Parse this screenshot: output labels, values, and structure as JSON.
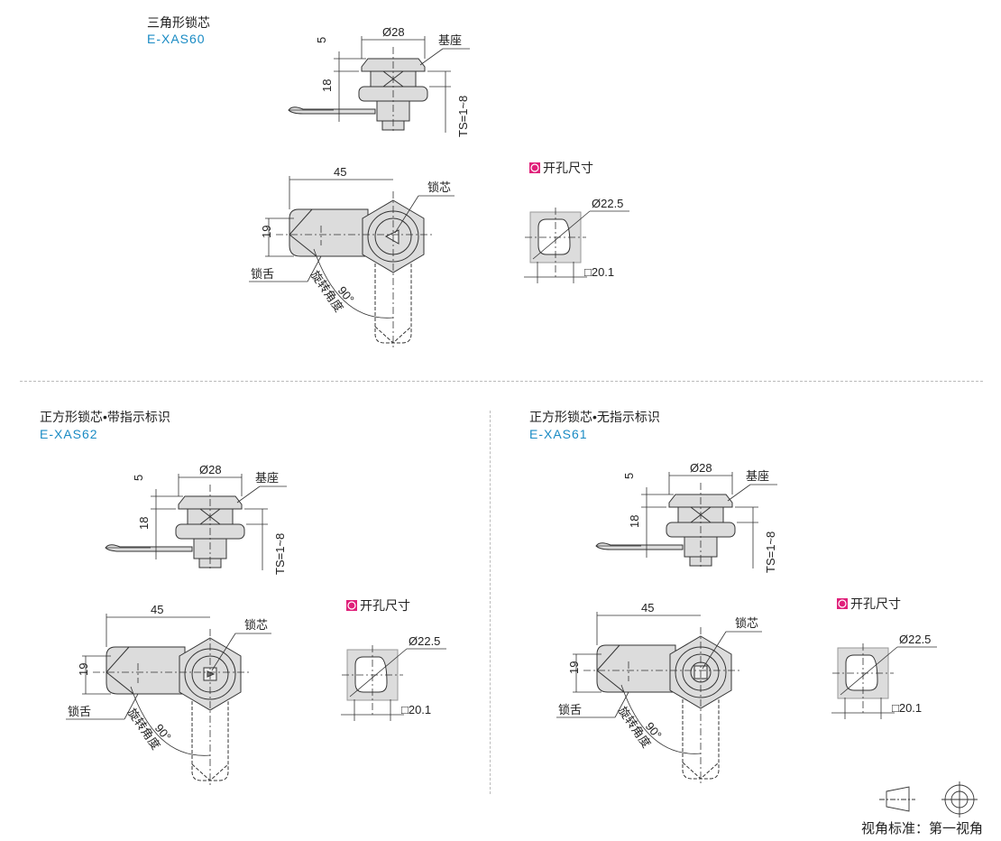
{
  "sections": [
    {
      "title": "三角形锁芯",
      "code": "E-XAS60",
      "core": "triangle",
      "dims": {
        "d5": "5",
        "d18": "18",
        "dia28": "Ø28",
        "base": "基座",
        "ts": "TS=1~8",
        "d45": "45",
        "d19": "19",
        "core_label": "锁芯",
        "tongue": "锁舌",
        "angle": "90°",
        "angle_label": "旋转角度"
      },
      "cutout": {
        "header": "开孔尺寸",
        "dia": "Ø22.5",
        "square": "□20.1"
      }
    },
    {
      "title": "正方形锁芯•带指示标识",
      "code": "E-XAS62",
      "core": "square-indicator",
      "dims": {
        "d5": "5",
        "d18": "18",
        "dia28": "Ø28",
        "base": "基座",
        "ts": "TS=1~8",
        "d45": "45",
        "d19": "19",
        "core_label": "锁芯",
        "tongue": "锁舌",
        "angle": "90°",
        "angle_label": "旋转角度"
      },
      "cutout": {
        "header": "开孔尺寸",
        "dia": "Ø22.5",
        "square": "□20.1"
      }
    },
    {
      "title": "正方形锁芯•无指示标识",
      "code": "E-XAS61",
      "core": "square",
      "dims": {
        "d5": "5",
        "d18": "18",
        "dia28": "Ø28",
        "base": "基座",
        "ts": "TS=1~8",
        "d45": "45",
        "d19": "19",
        "core_label": "锁芯",
        "tongue": "锁舌",
        "angle": "90°",
        "angle_label": "旋转角度"
      },
      "cutout": {
        "header": "开孔尺寸",
        "dia": "Ø22.5",
        "square": "□20.1"
      }
    }
  ],
  "projection": {
    "label": "视角标准：第一视角"
  },
  "colors": {
    "code": "#1a8bc4",
    "marker": "#e0207a",
    "metal": "#d9d9d9"
  }
}
